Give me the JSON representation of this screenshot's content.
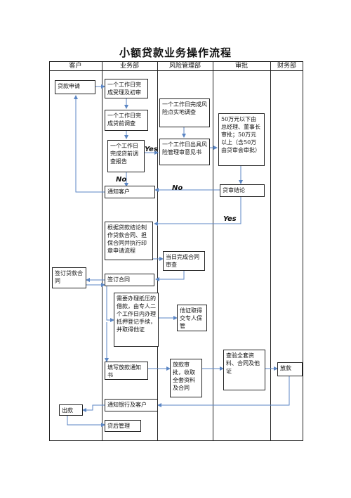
{
  "title": "小额贷款业务操作流程",
  "columns": [
    "客户",
    "业务部",
    "风险管理部",
    "审批",
    "财务部"
  ],
  "boxes": {
    "loan_apply": "贷款申请",
    "accept_review": "一个工作日完成受理及初审",
    "preloan_survey": "一个工作日完成贷前调查",
    "survey_report": "一个工作日完成贷前调查报告",
    "risk_onsite": "一个工作日完成风险点实地调查",
    "risk_opinion": "一个工作日出具风险管理审意见书",
    "approval_levels": "50万元以下由总经理、董事长审批；50万元以上（含50万由贷审会审批）",
    "notify_client": "通知客户",
    "loan_conclusion": "贷审结论",
    "make_contract": "根据贷款结论制作贷款合同、担保合同并执行印章申请流程",
    "contract_review": "当日完成合同审查",
    "sign_contract_client": "签订贷款合同",
    "sign_contract": "签订合同",
    "pledge_handling": "需要办理抵压的借款，由专人二个工作日内办理抵押登记手续，并取得他证",
    "other_cert": "他证取得交专人保管",
    "fill_notice": "填写放款通知书",
    "disburse_review": "放款审批，收取全套资料及合同",
    "check_docs": "查验全套资料、合同及他证",
    "disburse": "放款",
    "notify_bank": "通知银行及客户",
    "payout": "出款",
    "post_loan": "贷后管理"
  },
  "labels": {
    "yes1": "Yes",
    "no1": "No",
    "no2": "No",
    "yes2": "Yes"
  }
}
